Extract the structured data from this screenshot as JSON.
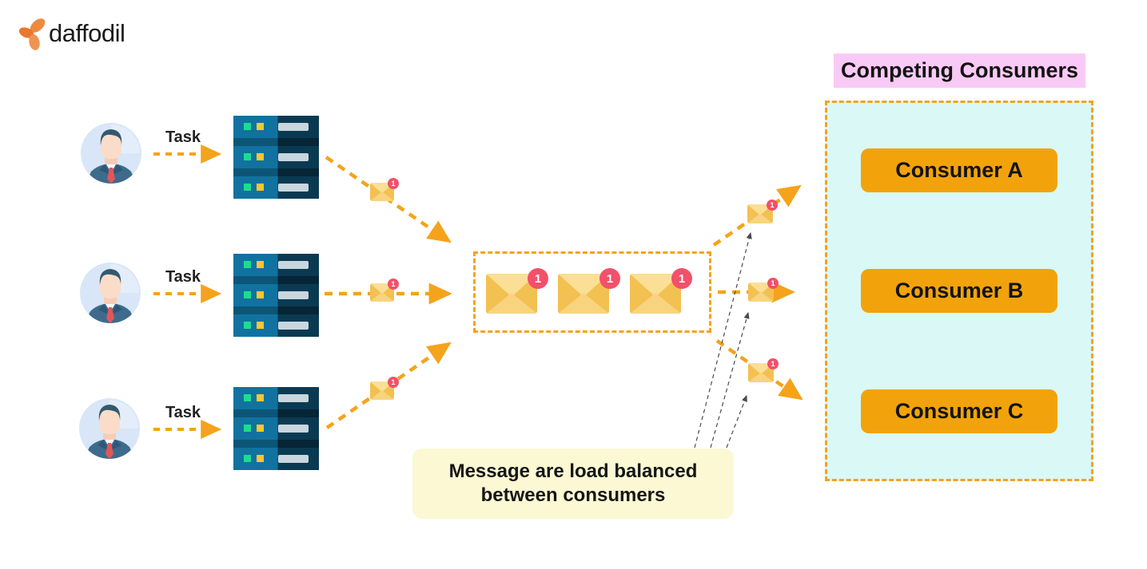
{
  "brand": {
    "name": "daffodil"
  },
  "icons": {
    "logo": "daffodil-flower-icon",
    "producer": "user-avatar-icon",
    "server": "server-rack-icon",
    "message": "envelope-icon",
    "badge": "message-count-badge"
  },
  "colors": {
    "accent_orange": "#F5A31B",
    "consumer_button_bg": "#F2A30B",
    "pink_label_bg": "#FACAF6",
    "cyan_panel_bg": "#D9F8F6",
    "note_bg": "#FBF8D3",
    "badge_bg": "#F2506B",
    "server_blue": "#1172A0",
    "server_dark": "#0A3A52",
    "text_dark": "#1C1C1C"
  },
  "producers": [
    {
      "task_label": "Task"
    },
    {
      "task_label": "Task"
    },
    {
      "task_label": "Task"
    }
  ],
  "queue": {
    "messages": [
      {
        "badge": "1"
      },
      {
        "badge": "1"
      },
      {
        "badge": "1"
      }
    ]
  },
  "in_transit": {
    "to_queue": [
      {
        "badge": "1"
      },
      {
        "badge": "1"
      },
      {
        "badge": "1"
      }
    ],
    "to_consumers": [
      {
        "badge": "1"
      },
      {
        "badge": "1"
      },
      {
        "badge": "1"
      }
    ]
  },
  "consumers": {
    "title": "Competing Consumers",
    "items": [
      {
        "label": "Consumer A"
      },
      {
        "label": "Consumer B"
      },
      {
        "label": "Consumer C"
      }
    ]
  },
  "note": {
    "line1": "Message are load balanced",
    "line2": "between consumers"
  }
}
